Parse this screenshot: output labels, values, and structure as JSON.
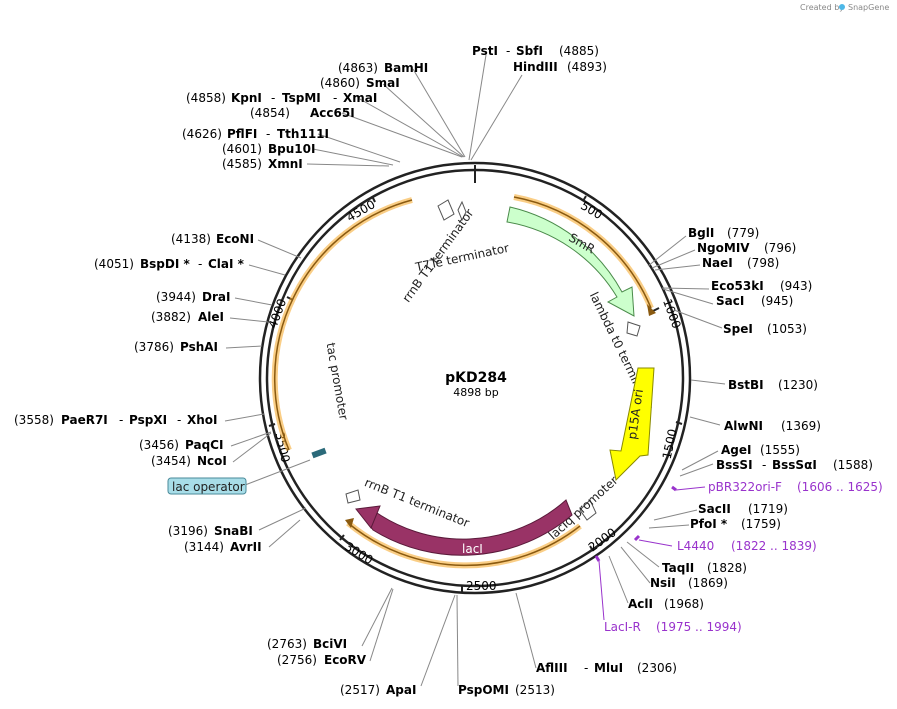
{
  "credit": {
    "prefix": "Created by",
    "brand": "SnapGene"
  },
  "plasmid": {
    "name": "pKD284",
    "size": "4898 bp"
  },
  "ruler": [
    "500",
    "1000",
    "1500",
    "2000",
    "2500",
    "3000",
    "3500",
    "4000",
    "4500"
  ],
  "features": {
    "smr": "SmR",
    "lambda": "lambda t0 terminator",
    "p15a": "p15A ori",
    "laciq": "lacIq promoter",
    "laci": "lacI",
    "rrnb_lower": "rrnB T1 terminator",
    "tac": "tac promoter",
    "rrnb_upper": "rrnB T1 terminator",
    "t7te": "T7Te terminator",
    "lacop": "lac operator"
  },
  "sites": {
    "pst": {
      "pos": "(4885)",
      "name": "PstI",
      "name2": "SbfI"
    },
    "hind": {
      "pos": "(4893)",
      "name": "HindIII"
    },
    "bam": {
      "pos": "(4863)",
      "name": "BamHI"
    },
    "sma": {
      "pos": "(4860)",
      "name": "SmaI"
    },
    "kpn": {
      "pos": "(4858)",
      "name": "KpnI",
      "name2": "TspMI",
      "name3": "XmaI"
    },
    "acc": {
      "pos": "(4854)",
      "name": "Acc65I"
    },
    "pfl": {
      "pos": "(4626)",
      "name": "PflFI",
      "name2": "Tth111I"
    },
    "bpu": {
      "pos": "(4601)",
      "name": "Bpu10I"
    },
    "xmn": {
      "pos": "(4585)",
      "name": "XmnI"
    },
    "eco": {
      "pos": "(4138)",
      "name": "EcoNI"
    },
    "bsp": {
      "pos": "(4051)",
      "name": "BspDI *",
      "name2": "ClaI *"
    },
    "dra": {
      "pos": "(3944)",
      "name": "DraI"
    },
    "ale": {
      "pos": "(3882)",
      "name": "AleI"
    },
    "psh": {
      "pos": "(3786)",
      "name": "PshAI"
    },
    "pae": {
      "pos": "(3558)",
      "name": "PaeR7I",
      "name2": "PspXI",
      "name3": "XhoI"
    },
    "paq": {
      "pos": "(3456)",
      "name": "PaqCI"
    },
    "nco": {
      "pos": "(3454)",
      "name": "NcoI"
    },
    "sna": {
      "pos": "(3196)",
      "name": "SnaBI"
    },
    "avr": {
      "pos": "(3144)",
      "name": "AvrII"
    },
    "bci": {
      "pos": "(2763)",
      "name": "BciVI"
    },
    "ecorv": {
      "pos": "(2756)",
      "name": "EcoRV"
    },
    "apa": {
      "pos": "(2517)",
      "name": "ApaI"
    },
    "pspomi": {
      "pos": "(2513)",
      "name": "PspOMI"
    },
    "afl": {
      "name": "AflIII",
      "name2": "MluI",
      "pos": "(2306)"
    },
    "bgl": {
      "name": "BglI",
      "pos": "(779)"
    },
    "ngo": {
      "name": "NgoMIV",
      "pos": "(796)"
    },
    "nae": {
      "name": "NaeI",
      "pos": "(798)"
    },
    "eco53": {
      "name": "Eco53kI",
      "pos": "(943)"
    },
    "sac": {
      "name": "SacI",
      "pos": "(945)"
    },
    "spe": {
      "name": "SpeI",
      "pos": "(1053)"
    },
    "bst": {
      "name": "BstBI",
      "pos": "(1230)"
    },
    "alw": {
      "name": "AlwNI",
      "pos": "(1369)"
    },
    "age": {
      "name": "AgeI",
      "pos": "(1555)"
    },
    "bss": {
      "name": "BssSI",
      "name2": "BssSαI",
      "pos": "(1588)"
    },
    "sacii": {
      "name": "SacII",
      "pos": "(1719)"
    },
    "pfo": {
      "name": "PfoI *",
      "pos": "(1759)"
    },
    "taq": {
      "name": "TaqII",
      "pos": "(1828)"
    },
    "nsi": {
      "name": "NsiI",
      "pos": "(1869)"
    },
    "acl": {
      "name": "AclI",
      "pos": "(1968)"
    }
  },
  "primers": {
    "pbr": {
      "name": "pBR322ori-F",
      "range": "(1606 .. 1625)"
    },
    "l4440": {
      "name": "L4440",
      "range": "(1822 .. 1839)"
    },
    "laci_r": {
      "name": "LacI-R",
      "range": "(1975 .. 1994)"
    }
  },
  "colors": {
    "backbone": "#222222",
    "smr_fill": "#ccffcc",
    "ori_fill": "#ffff00",
    "laci_fill": "#993366",
    "orange_arc": "#f5a623",
    "primer": "#9933cc",
    "operator_bg": "#a8dde8"
  }
}
